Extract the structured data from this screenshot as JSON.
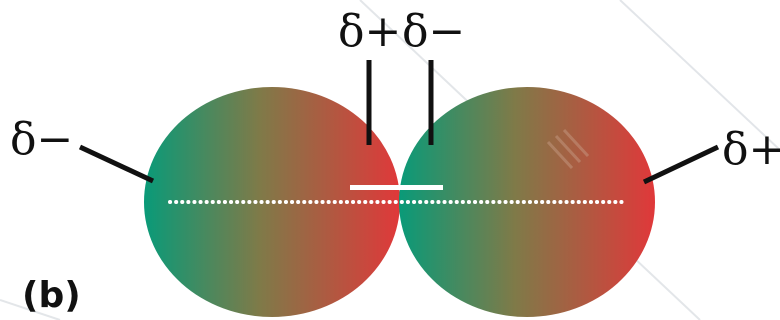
{
  "diagram": {
    "panel_label": "(b)",
    "labels": {
      "left_outer": "δ−",
      "top_left": "δ+",
      "top_right": "δ−",
      "right_outer": "δ+"
    },
    "colors": {
      "green": "#0a9a78",
      "red": "#e0383a",
      "background": "#ffffff",
      "axis": "#ffffff",
      "line": "#111111",
      "watermark": "#cfd3d8"
    }
  }
}
